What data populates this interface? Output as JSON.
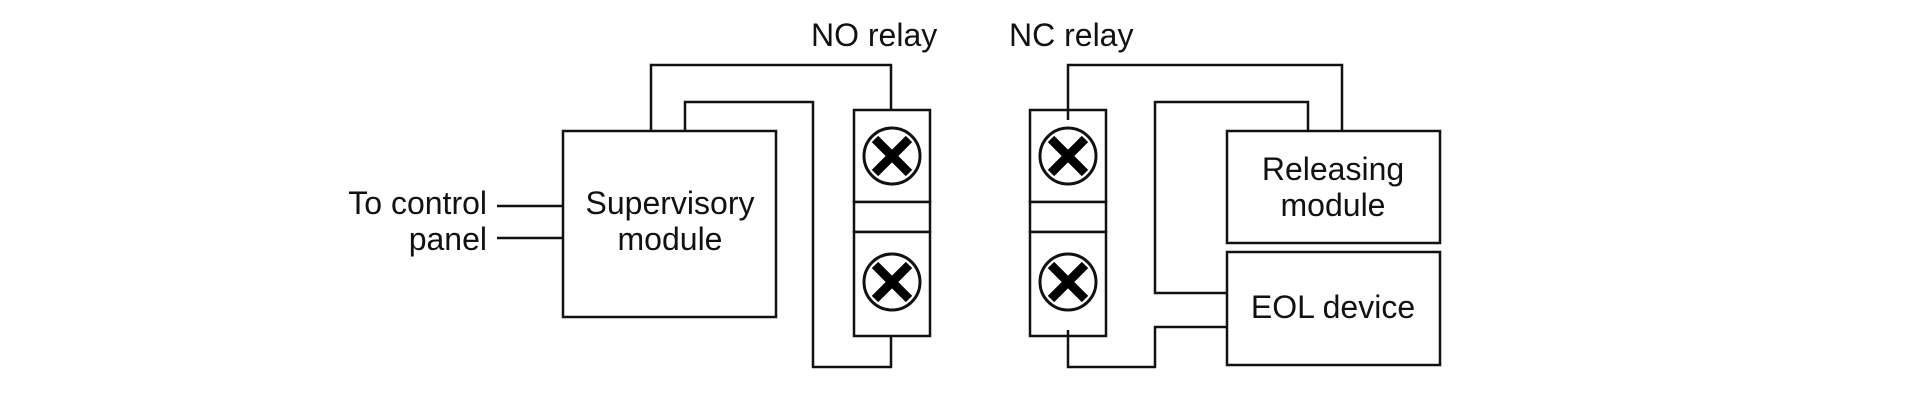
{
  "diagram": {
    "labels": {
      "no_relay": "NO relay",
      "nc_relay": "NC relay",
      "to_control_panel_line1": "To control",
      "to_control_panel_line2": "panel",
      "supervisory_line1": "Supervisory",
      "supervisory_line2": "module",
      "releasing_line1": "Releasing",
      "releasing_line2": "module",
      "eol_device": "EOL device"
    },
    "icons": [
      "terminal-screw-icon"
    ]
  }
}
